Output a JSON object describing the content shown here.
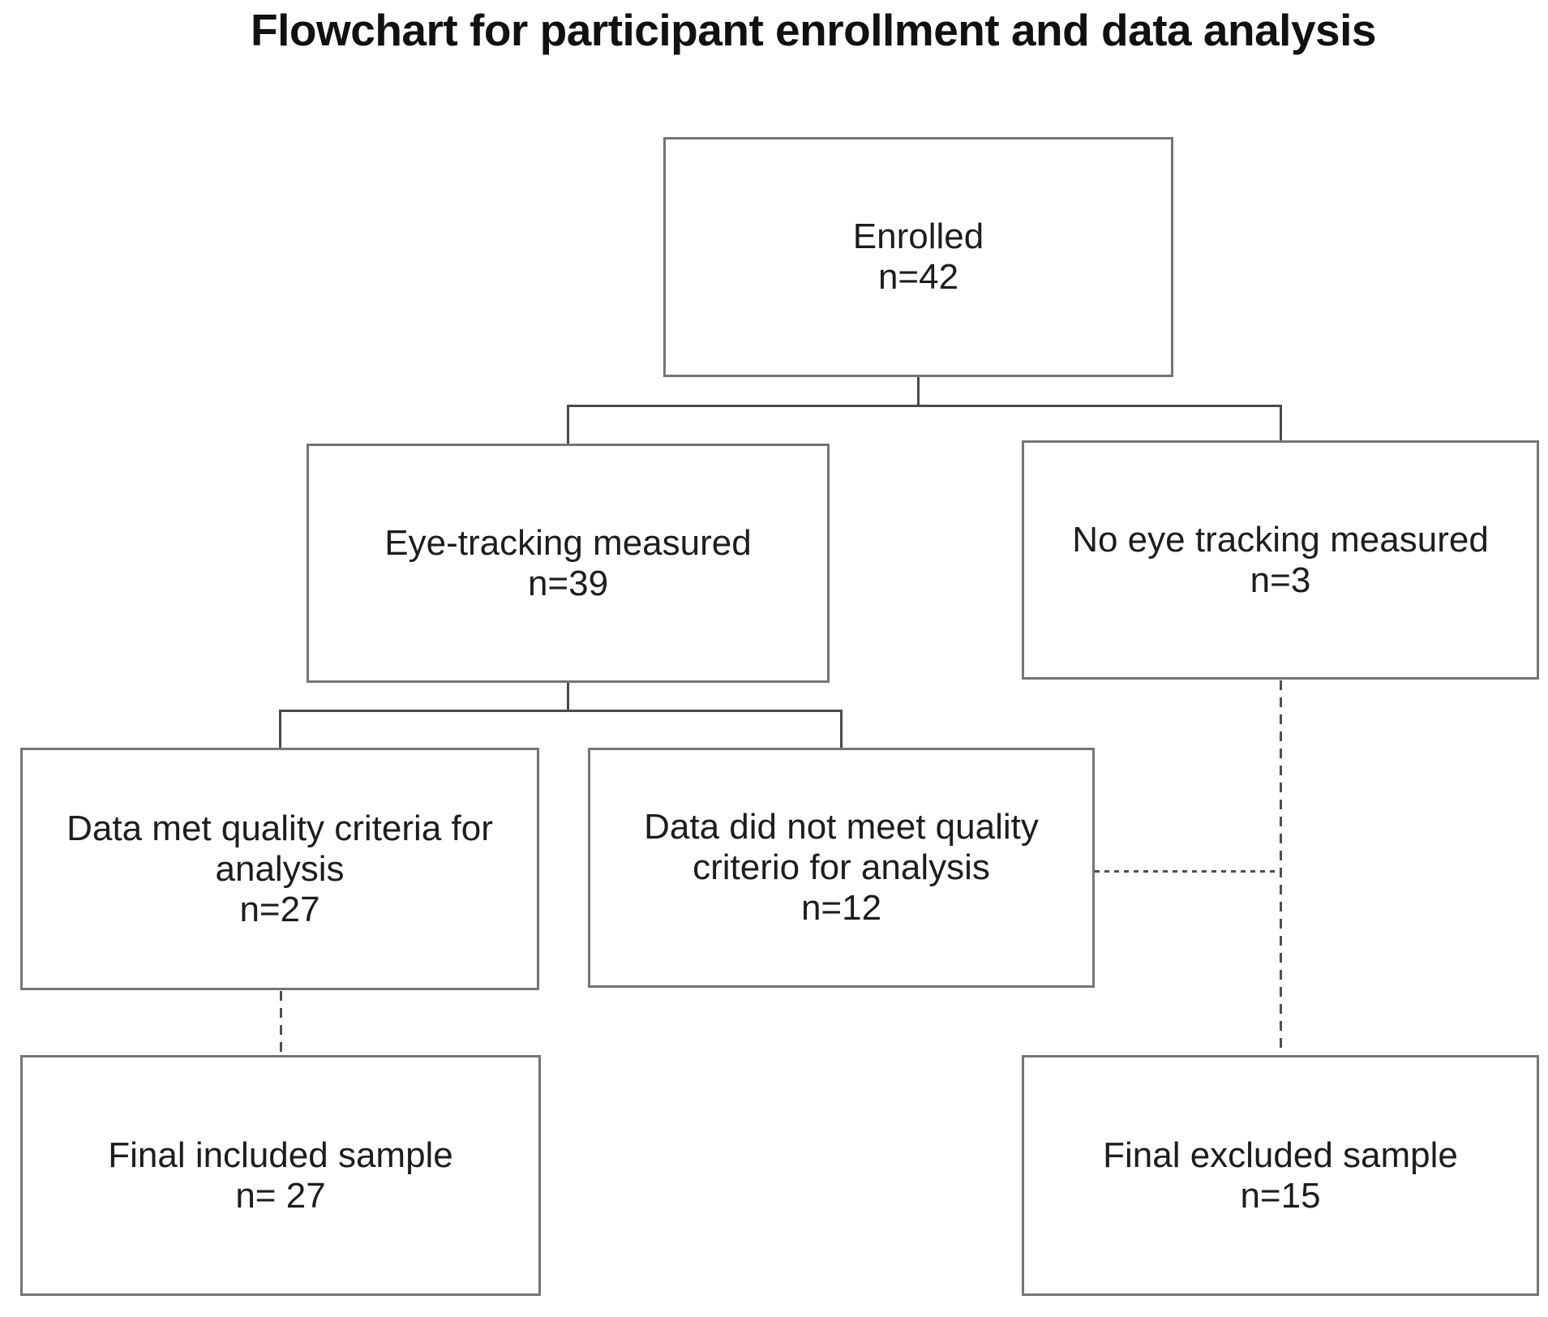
{
  "title": "Flowchart for participant enrollment and data analysis",
  "colors": {
    "background": "#ffffff",
    "box_border": "#757575",
    "connector_line": "#4a4a4a",
    "text": "#1d1d1d"
  },
  "boxes": {
    "enrolled": {
      "lines": [
        "Enrolled",
        "n=42"
      ]
    },
    "eye_tracking": {
      "lines": [
        "Eye-tracking measured",
        "n=39"
      ]
    },
    "no_eye_tracking": {
      "lines": [
        "No eye tracking measured",
        "n=3"
      ]
    },
    "met_quality": {
      "lines": [
        "Data met quality criteria for",
        "analysis",
        "n=27"
      ]
    },
    "not_met_quality": {
      "lines": [
        "Data did not meet quality",
        "criterio for analysis",
        "n=12"
      ]
    },
    "final_included": {
      "lines": [
        "Final included sample",
        "n= 27"
      ]
    },
    "final_excluded": {
      "lines": [
        "Final excluded sample",
        "n=15"
      ]
    }
  }
}
